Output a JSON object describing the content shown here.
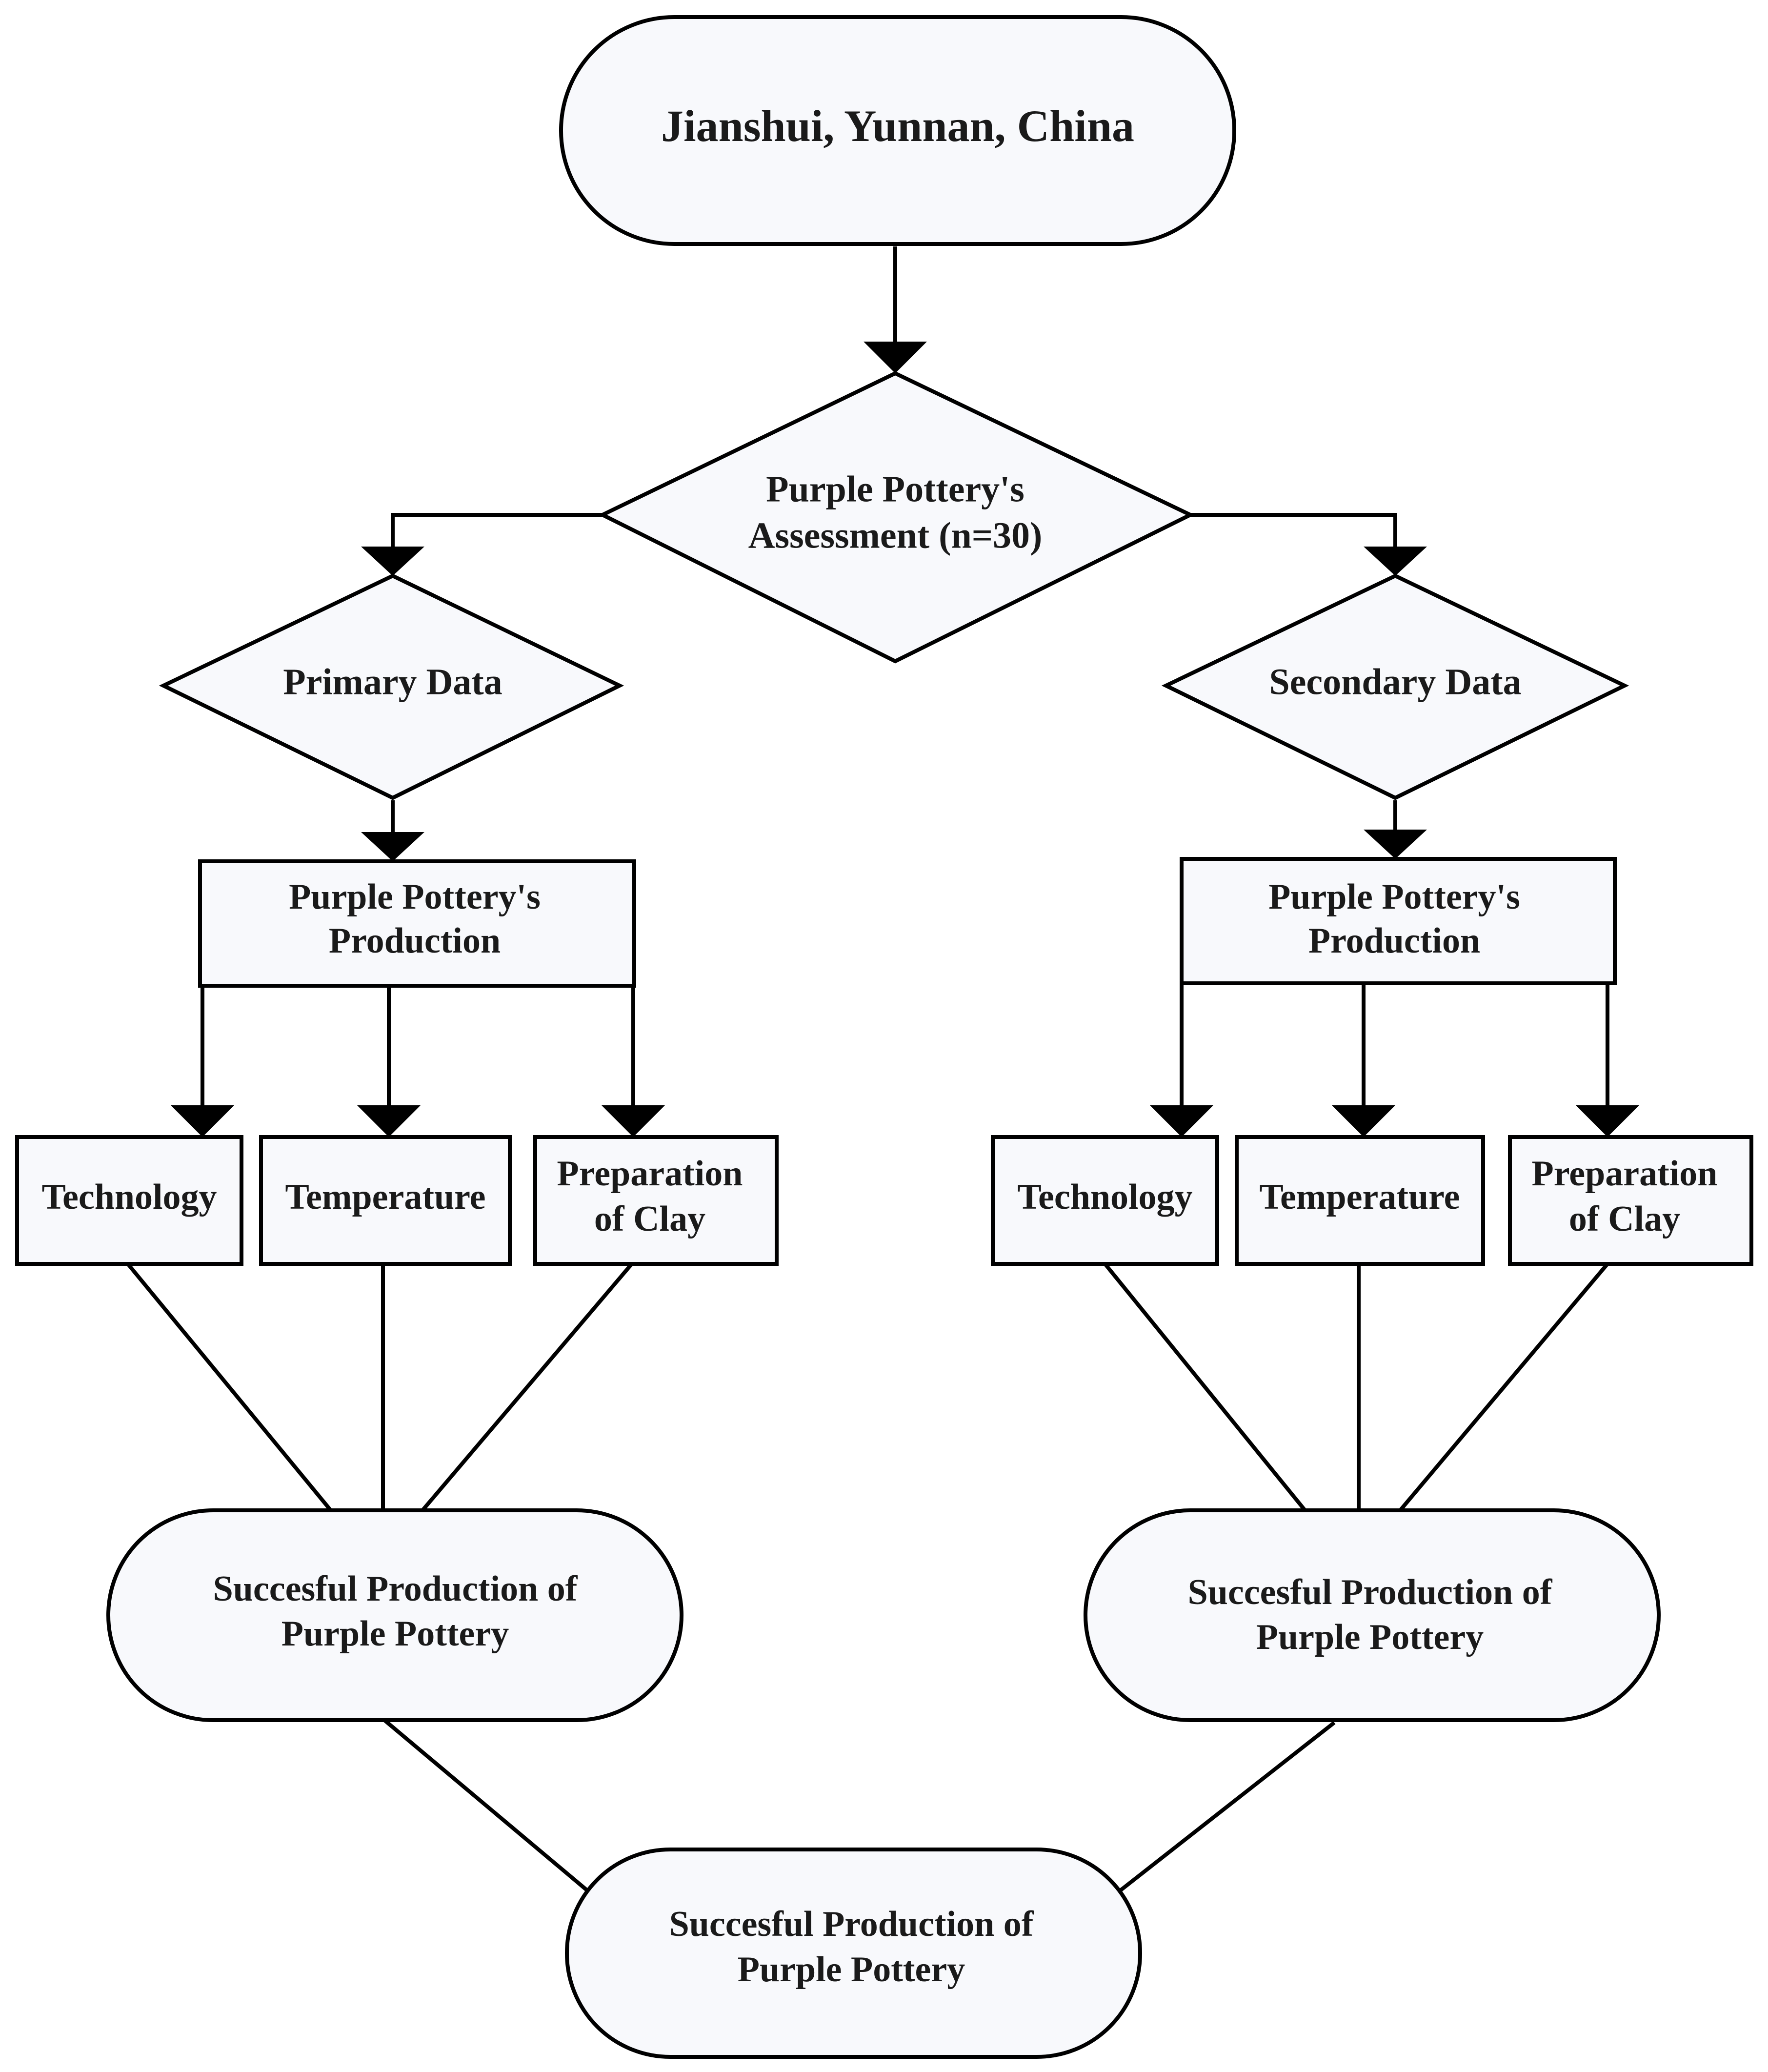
{
  "diagram": {
    "title": "Jianshui, Yunnan, China",
    "assessment": {
      "line1": "Purple Pottery's",
      "line2": "Assessment (n=30)"
    },
    "left": {
      "data_type": "Primary Data",
      "production": {
        "line1": "Purple Pottery's",
        "line2": "Production"
      },
      "technology": "Technology",
      "temperature": "Temperature",
      "clay": {
        "line1": "Preparation",
        "line2": "of Clay"
      },
      "result": {
        "line1": "Succesful Production of",
        "line2": "Purple Pottery"
      }
    },
    "right": {
      "data_type": "Secondary Data",
      "production": {
        "line1": "Purple Pottery's",
        "line2": "Production"
      },
      "technology": "Technology",
      "temperature": "Temperature",
      "clay": {
        "line1": "Preparation",
        "line2": "of Clay"
      },
      "result": {
        "line1": "Succesful Production of",
        "line2": "Purple Pottery"
      }
    },
    "final": {
      "line1": "Succesful Production of",
      "line2": "Purple Pottery"
    },
    "colors": {
      "fill": "#f8f9fc",
      "stroke": "#000000",
      "text": "#1a1a1a"
    }
  }
}
